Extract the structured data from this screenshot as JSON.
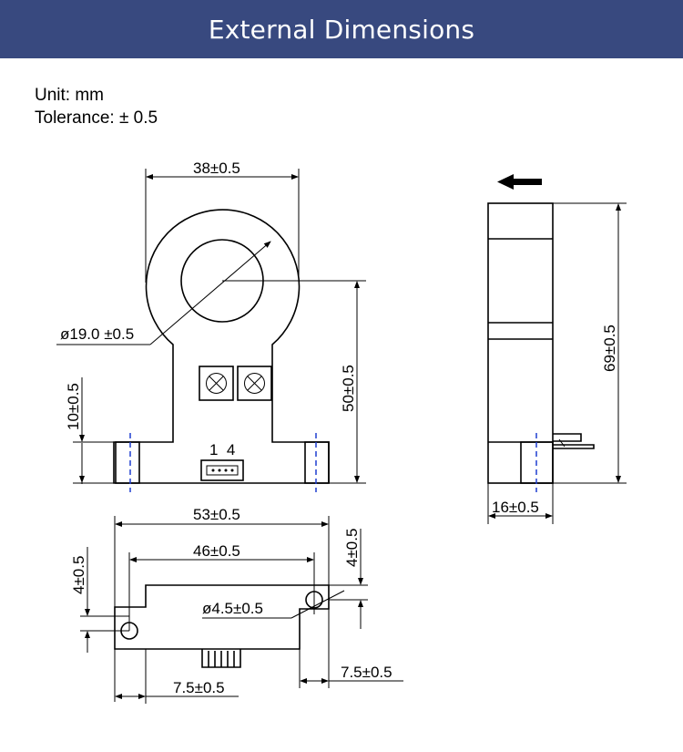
{
  "header": {
    "title": "External Dimensions",
    "color": "#38497f"
  },
  "specs": {
    "unit": "Unit: mm",
    "tolerance": "Tolerance: ± 0.5"
  },
  "front_view": {
    "width_label": "38±0.5",
    "hole_label": "ø19.0 ±0.5",
    "height_label": "50±0.5",
    "foot_label": "10±0.5",
    "pin_labels": "1  4"
  },
  "side_view": {
    "height_label": "69±0.5",
    "depth_label": "16±0.5",
    "arrow_icon": "direction-arrow-icon"
  },
  "bottom_view": {
    "overall_width_label": "53±0.5",
    "hole_spacing_label": "46±0.5",
    "left_offset_label": "4±0.5",
    "right_offset_label": "4±0.5",
    "hole_label": "ø4.5±0.5",
    "left_edge_label": "7.5±0.5",
    "right_edge_label": "7.5±0.5"
  },
  "colors": {
    "centerline": "#1f3fd0",
    "line": "#000000"
  }
}
